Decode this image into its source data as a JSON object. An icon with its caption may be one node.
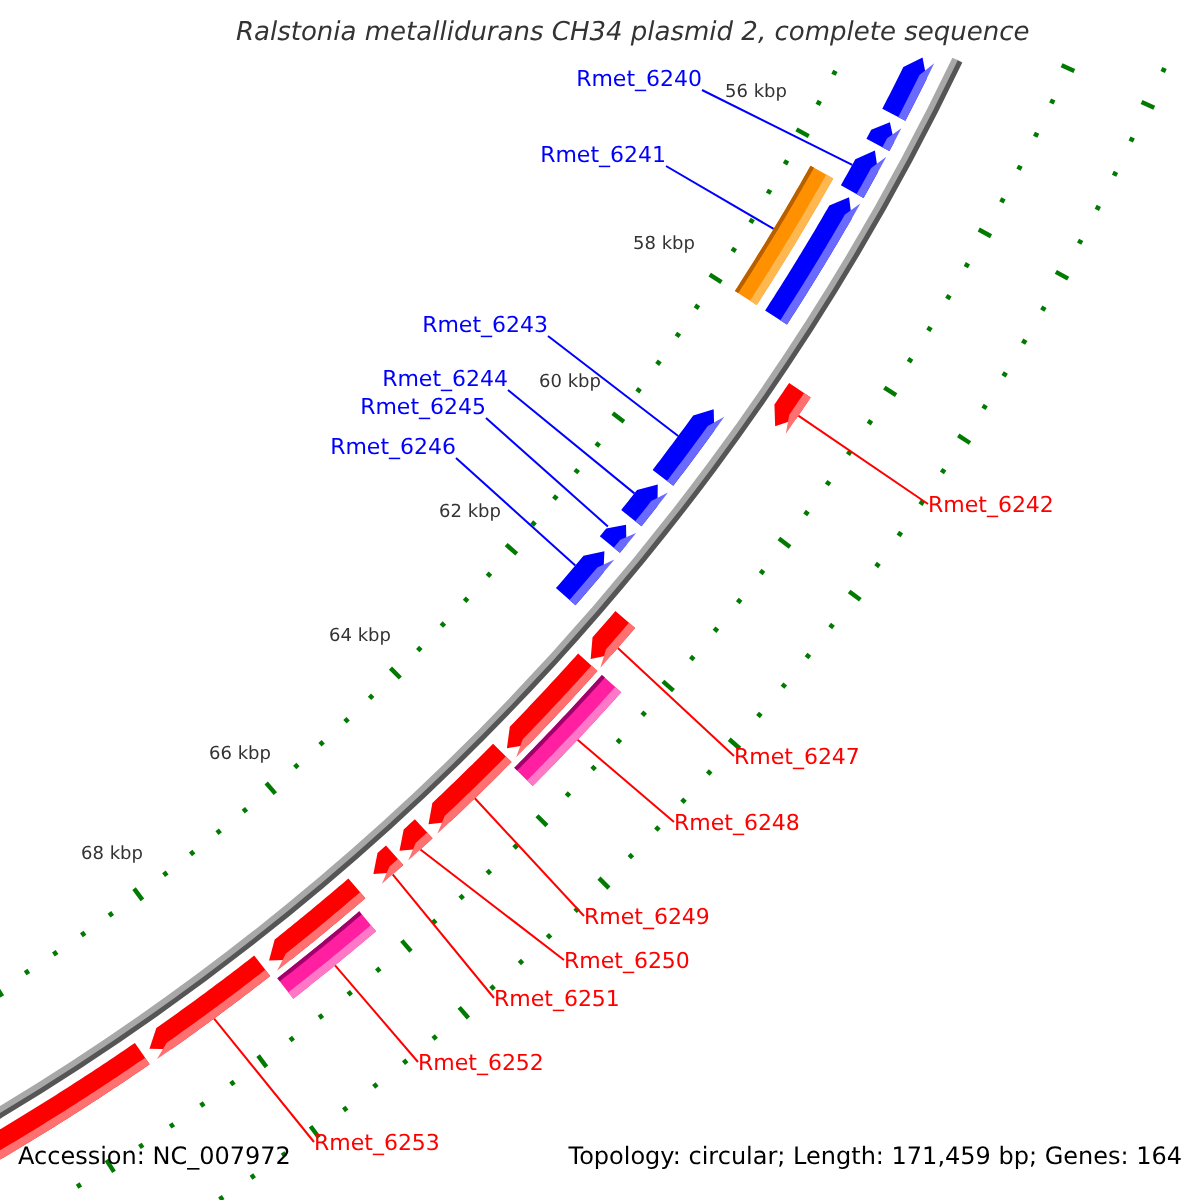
{
  "diagram": {
    "title": "Ralstonia metallidurans CH34 plasmid 2, complete sequence",
    "nodes": [
      {
        "text": [
          "Rmet_6240"
        ]
      },
      {
        "text": [
          "Rmet_6241"
        ]
      },
      {
        "text": [
          "Rmet_6242"
        ]
      },
      {
        "text": [
          "Rmet_6243"
        ]
      },
      {
        "text": [
          "Rmet_6244"
        ]
      },
      {
        "text": [
          "Rmet_6245"
        ]
      },
      {
        "text": [
          "Rmet_6246"
        ]
      },
      {
        "text": [
          "Rmet_6247"
        ]
      },
      {
        "text": [
          "Rmet_6248"
        ]
      },
      {
        "text": [
          "Rmet_6249"
        ]
      },
      {
        "text": [
          "Rmet_6250"
        ]
      },
      {
        "text": [
          "Rmet_6251"
        ]
      },
      {
        "text": [
          "Rmet_6252"
        ]
      },
      {
        "text": [
          "Rmet_6253"
        ]
      },
      {
        "text": [],
        "shape": "arrow"
      },
      {
        "text": [],
        "shape": "arrow"
      },
      {
        "text": [],
        "shape": "arrow"
      },
      {
        "text": [],
        "shape": "bar"
      },
      {
        "text": [],
        "shape": "arrow"
      },
      {
        "text": [],
        "shape": "arrow"
      },
      {
        "text": [],
        "shape": "arrow"
      },
      {
        "text": [],
        "shape": "arrow"
      },
      {
        "text": [],
        "shape": "arrow"
      },
      {
        "text": [],
        "shape": "arrow"
      },
      {
        "text": [],
        "shape": "arrow"
      },
      {
        "text": [],
        "shape": "arrow"
      },
      {
        "text": [],
        "shape": "bar"
      },
      {
        "text": [],
        "shape": "arrow"
      },
      {
        "text": [],
        "shape": "arrow"
      },
      {
        "text": [],
        "shape": "arrow"
      },
      {
        "text": [],
        "shape": "arrow"
      },
      {
        "text": [],
        "shape": "bar"
      },
      {
        "text": [],
        "shape": "arrow"
      },
      {
        "text": [],
        "shape": "arrow"
      }
    ],
    "edges": [
      {
        "from": 0,
        "to": 16,
        "arrow": "none",
        "color": "#0000ff"
      },
      {
        "from": 1,
        "to": 17,
        "arrow": "none",
        "color": "#0000ff"
      },
      {
        "from": 2,
        "to": 19,
        "arrow": "none"
      },
      {
        "from": 3,
        "to": 20,
        "arrow": "none",
        "color": "#0000ff"
      },
      {
        "from": 4,
        "to": 21,
        "arrow": "none",
        "color": "#0000ff"
      },
      {
        "from": 5,
        "to": 22,
        "arrow": "none",
        "color": "#0000ff"
      },
      {
        "from": 6,
        "to": 23,
        "arrow": "none",
        "color": "#0000ff"
      },
      {
        "from": 7,
        "to": 24,
        "arrow": "none"
      },
      {
        "from": 8,
        "to": 26,
        "arrow": "none"
      },
      {
        "from": 9,
        "to": 27,
        "arrow": "none"
      },
      {
        "from": 10,
        "to": 28,
        "arrow": "none"
      },
      {
        "from": 11,
        "to": 29,
        "arrow": "none"
      },
      {
        "from": 12,
        "to": 31,
        "arrow": "none"
      },
      {
        "from": 13,
        "to": 32,
        "arrow": "none"
      }
    ],
    "labels": [
      "56 kbp",
      "58 kbp",
      "60 kbp",
      "62 kbp",
      "64 kbp",
      "66 kbp",
      "68 kbp",
      "Accession: NC_007972",
      "Topology: circular; Length: 171,459 bp; Genes: 164"
    ]
  }
}
